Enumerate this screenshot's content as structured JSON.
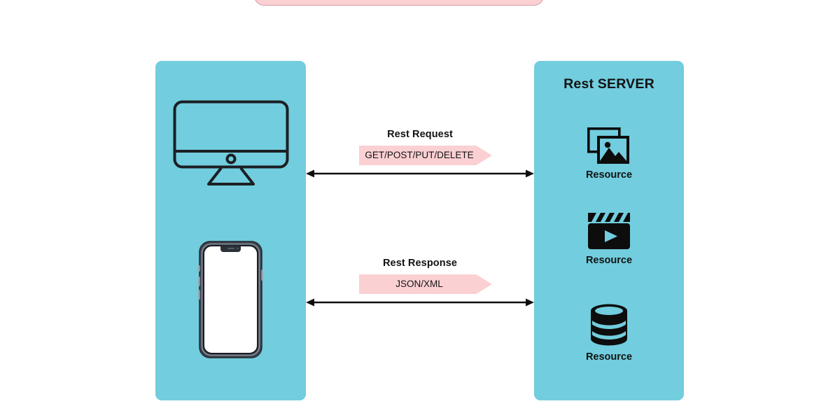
{
  "diagram": {
    "title": "REST client-server architecture diagram",
    "background_color": "#ffffff",
    "panel_color": "#72cdde",
    "banner_color": "#fbd0d3",
    "stroke_color": "#121212"
  },
  "top_card": {
    "name": "pink-card-partial",
    "color": "#fbd0d3",
    "border_color": "#d49aa0"
  },
  "client_panel": {
    "devices": [
      {
        "icon": "desktop-monitor-icon",
        "label": ""
      },
      {
        "icon": "smartphone-icon",
        "label": ""
      }
    ]
  },
  "server_panel": {
    "title": "Rest SERVER",
    "resources": [
      {
        "icon": "image-gallery-icon",
        "label": "Resource"
      },
      {
        "icon": "video-clapperboard-icon",
        "label": "Resource"
      },
      {
        "icon": "database-cylinder-icon",
        "label": "Resource"
      }
    ]
  },
  "flows": [
    {
      "title": "Rest Request",
      "banner_text": "GET/POST/PUT/DELETE",
      "arrow": "double-headed-arrow"
    },
    {
      "title": "Rest Response",
      "banner_text": "JSON/XML",
      "arrow": "double-headed-arrow"
    }
  ]
}
